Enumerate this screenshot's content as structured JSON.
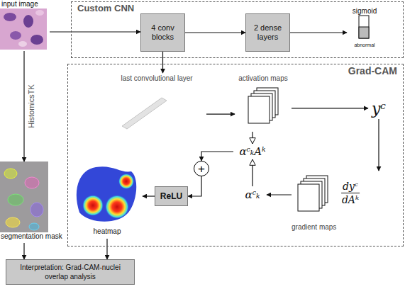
{
  "diagram": {
    "nodes": [
      {
        "text": [
          "input image"
        ]
      },
      {
        "text": [
          "Custom CNN"
        ]
      },
      {
        "text": [
          "4 conv blocks"
        ],
        "in": 1
      },
      {
        "text": [
          "2 dense layers"
        ],
        "in": 1
      },
      {
        "text": [
          "sigmoid",
          "abnormal"
        ],
        "in": 1
      },
      {
        "text": [
          "Grad-CAM"
        ]
      },
      {
        "text": [
          "last convolutional layer"
        ],
        "in": 5
      },
      {
        "text": [
          "activation maps"
        ],
        "in": 5
      },
      {
        "text": [
          "yᶜ"
        ],
        "in": 5
      },
      {
        "text": [
          "dyᶜ",
          "dAᵏ",
          "gradient maps"
        ],
        "in": 5
      },
      {
        "text": [
          "αᶜₖAᵏ"
        ],
        "in": 5
      },
      {
        "text": [
          "αᶜₖ"
        ],
        "in": 5
      },
      {
        "text": [
          "+"
        ],
        "in": 5
      },
      {
        "text": [
          "ReLU"
        ],
        "in": 5
      },
      {
        "text": [
          "heatmap"
        ],
        "in": 5
      },
      {
        "text": [
          "segmentation mask"
        ]
      },
      {
        "text": [
          "Interpretation: Grad-CAM-nuclei overlap analysis"
        ]
      }
    ],
    "edges": [
      {
        "from": 0,
        "to": 2,
        "arrow": "to"
      },
      {
        "from": 2,
        "to": 3,
        "arrow": "to"
      },
      {
        "from": 3,
        "to": 4,
        "arrow": "to"
      },
      {
        "from": 2,
        "to": 6,
        "arrow": "to"
      },
      {
        "from": 6,
        "to": 7,
        "arrow": "to"
      },
      {
        "from": 7,
        "to": 8,
        "arrow": "to"
      },
      {
        "from": 8,
        "to": 9,
        "arrow": "to"
      },
      {
        "from": 9,
        "to": 11,
        "arrow": "to"
      },
      {
        "from": 7,
        "to": 10,
        "arrow": "to"
      },
      {
        "from": 11,
        "to": 10,
        "arrow": "to"
      },
      {
        "from": 10,
        "to": 12,
        "arrow": "to"
      },
      {
        "from": 12,
        "to": 13,
        "arrow": "to"
      },
      {
        "from": 13,
        "to": 14,
        "arrow": "to"
      },
      {
        "from": 0,
        "to": 15,
        "label": "HistomicsTK",
        "arrow": "to"
      },
      {
        "from": 15,
        "to": 16,
        "arrow": "to"
      },
      {
        "from": 14,
        "to": 16,
        "arrow": "to"
      }
    ]
  }
}
